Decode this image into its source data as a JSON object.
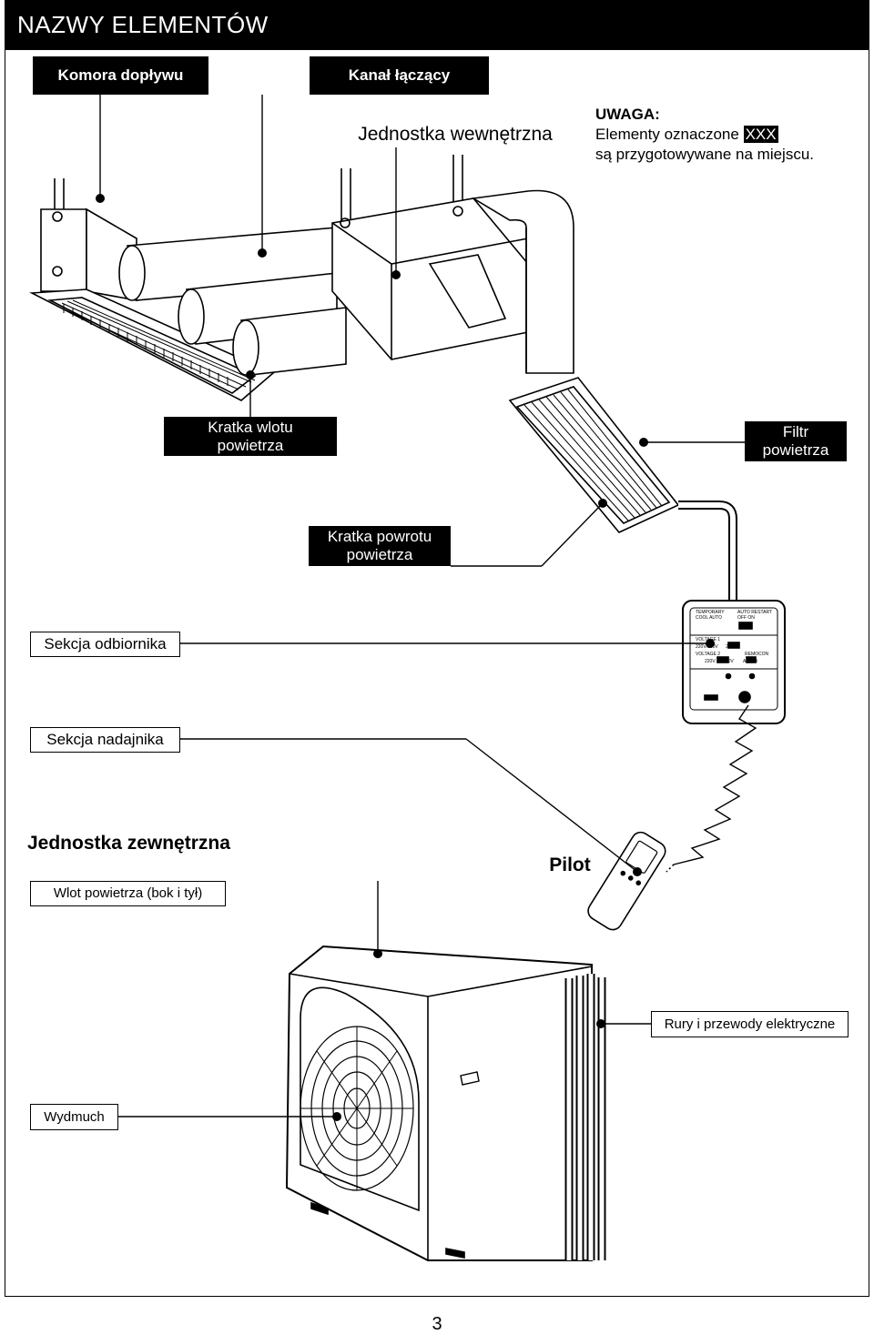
{
  "header": {
    "title": "NAZWY ELEMENTÓW"
  },
  "labels": {
    "supply_chamber": "Komora dopływu",
    "connecting_duct": "Kanał łączący",
    "indoor_unit": "Jednostka wewnętrzna",
    "note_title": "UWAGA:",
    "note_line1_prefix": "Elementy oznaczone",
    "note_marker": "XXX",
    "note_line2": "są przygotowywane na miejscu.",
    "supply_grille": "Kratka wlotu powietrza",
    "air_filter": "Filtr powietrza",
    "return_grille": "Kratka powrotu powietrza",
    "receiver_section": "Sekcja odbiornika",
    "transmitter_section": "Sekcja nadajnika",
    "outdoor_unit": "Jednostka zewnętrzna",
    "air_inlet": "Wlot powietrza (bok i tył)",
    "remote": "Pilot",
    "pipes_wires": "Rury i przewody elektryczne",
    "outlet": "Wydmuch"
  },
  "receiver_panel": {
    "switch1_label": "TEMPORARY COOL AUTO",
    "switch2_label": "AUTO RESTART OFF ON",
    "voltage1_label": "VOLTAGE 1",
    "voltage1_options": "220V/230V      240V",
    "voltage2_label": "VOLTAGE 2",
    "voltage2_options": "220V      230V",
    "remocon_label": "REMOCON",
    "remocon_options": "A       B"
  },
  "page_number": "3",
  "colors": {
    "ink": "#000000",
    "paper": "#ffffff",
    "header_bg": "#000000"
  }
}
